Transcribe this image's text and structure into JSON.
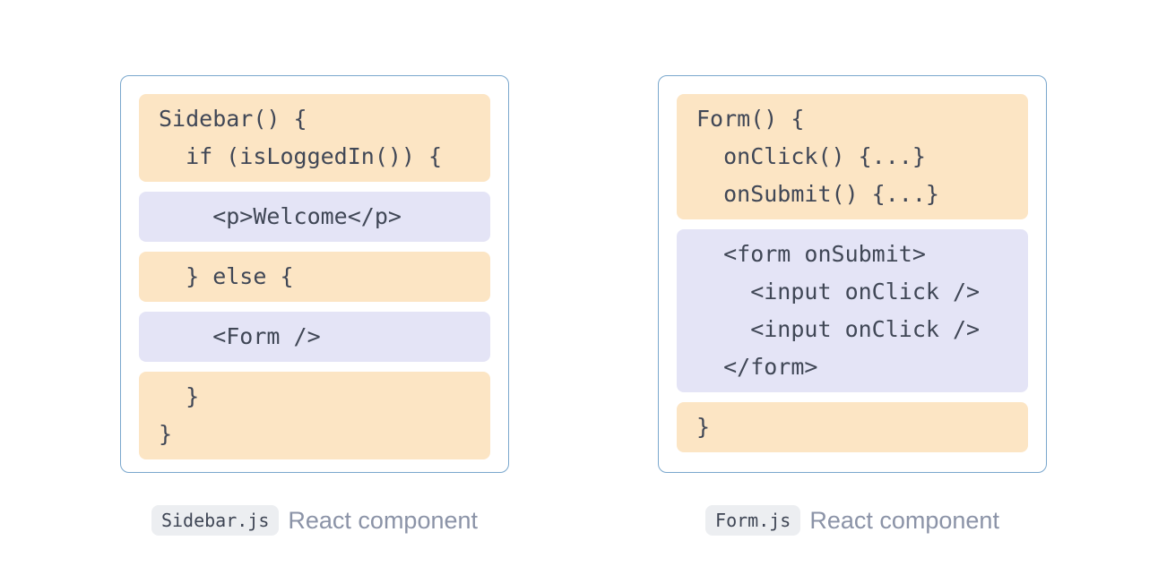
{
  "colors": {
    "panel_border": "#7aa7cd",
    "js_block_bg": "#fce5c4",
    "jsx_block_bg": "#e4e4f6",
    "code_text": "#404756",
    "caption_text": "#8b93a7",
    "pill_bg": "#eceef1",
    "pill_text": "#3e4554",
    "background": "#ffffff"
  },
  "panels": [
    {
      "caption_file": "Sidebar.js",
      "caption_label": "React component",
      "blocks": [
        {
          "type": "js",
          "lines": [
            "Sidebar() {",
            "  if (isLoggedIn()) {"
          ]
        },
        {
          "type": "jsx",
          "lines": [
            "    <p>Welcome</p>"
          ]
        },
        {
          "type": "js",
          "lines": [
            "  } else {"
          ]
        },
        {
          "type": "jsx",
          "lines": [
            "    <Form />"
          ]
        },
        {
          "type": "js",
          "lines": [
            "  }",
            "}"
          ]
        }
      ]
    },
    {
      "caption_file": "Form.js",
      "caption_label": "React component",
      "blocks": [
        {
          "type": "js",
          "lines": [
            "Form() {",
            "  onClick() {...}",
            "  onSubmit() {...}"
          ]
        },
        {
          "type": "jsx",
          "lines": [
            "  <form onSubmit>",
            "    <input onClick />",
            "    <input onClick />",
            "  </form>"
          ]
        },
        {
          "type": "js",
          "lines": [
            "}"
          ]
        }
      ]
    }
  ]
}
